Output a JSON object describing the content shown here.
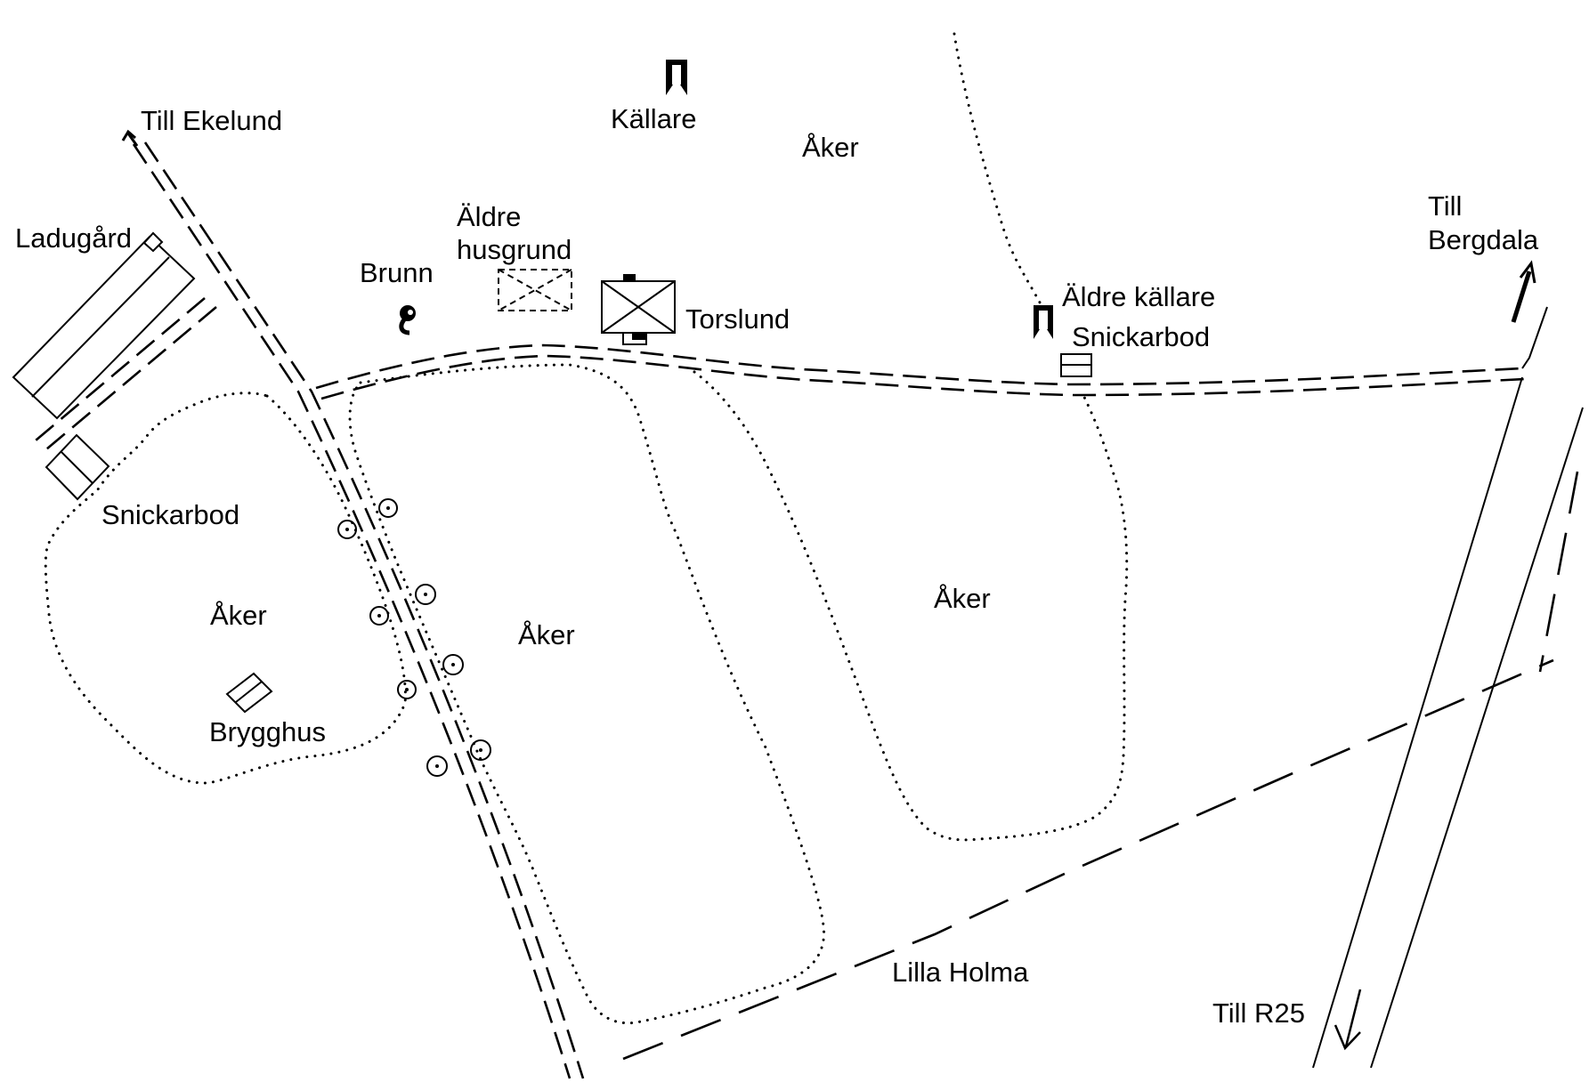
{
  "labels": {
    "till_ekelund": "Till Ekelund",
    "kallare": "Källare",
    "aker_north": "Åker",
    "aldre": "Äldre",
    "husgrund": "husgrund",
    "ladugard": "Ladugård",
    "brunn": "Brunn",
    "torslund": "Torslund",
    "aldre_kallare": "Äldre källare",
    "snickarbod_east": "Snickarbod",
    "till": "Till",
    "bergdala": "Bergdala",
    "snickarbod_west": "Snickarbod",
    "aker_west": "Åker",
    "aker_center": "Åker",
    "aker_east": "Åker",
    "brygghus": "Brygghus",
    "lilla_holma": "Lilla Holma",
    "till_r25": "Till R25"
  },
  "icons": {
    "cellar": "cellar-icon",
    "well": "well-icon",
    "tree": "tree-icon",
    "arrow": "direction-arrow-icon"
  }
}
